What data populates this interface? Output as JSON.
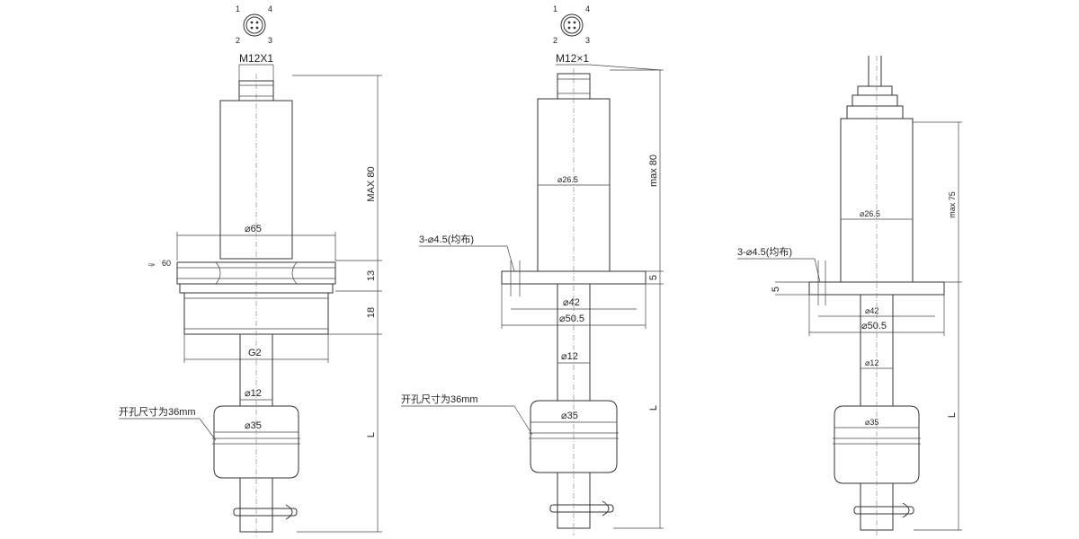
{
  "views": [
    {
      "id": "left",
      "connector_pins": [
        "1",
        "4",
        "2",
        "3"
      ],
      "thread_label": "M12X1",
      "max_length_label": "MAX 80",
      "flange_diameter_label": "⌀65",
      "hex_label": "60",
      "hex_height_label": "13",
      "thread_height_label": "18",
      "thread_spec_label": "G2",
      "stem_diameter_label": "⌀12",
      "float_diameter_label": "⌀35",
      "cutout_note": "开孔尺寸为36mm",
      "length_label": "L"
    },
    {
      "id": "middle",
      "connector_pins": [
        "1",
        "4",
        "2",
        "3"
      ],
      "thread_label": "M12×1",
      "max_length_label": "max 80",
      "body_diameter_label": "⌀26.5",
      "holes_note": "3-⌀4.5(均布)",
      "flange_thickness_label": "5",
      "bolt_circle_label": "⌀42",
      "flange_diameter_label": "⌀50.5",
      "stem_diameter_label": "⌀12",
      "float_diameter_label": "⌀35",
      "cutout_note": "开孔尺寸为36mm",
      "length_label": "L"
    },
    {
      "id": "right",
      "max_length_label": "max 75",
      "body_diameter_label": "⌀26.5",
      "holes_note": "3-⌀4.5(均布)",
      "flange_thickness_label": "5",
      "bolt_circle_label": "⌀42",
      "flange_diameter_label": "⌀50.5",
      "stem_diameter_label": "⌀12",
      "float_diameter_label": "⌀35",
      "length_label": "L"
    }
  ]
}
